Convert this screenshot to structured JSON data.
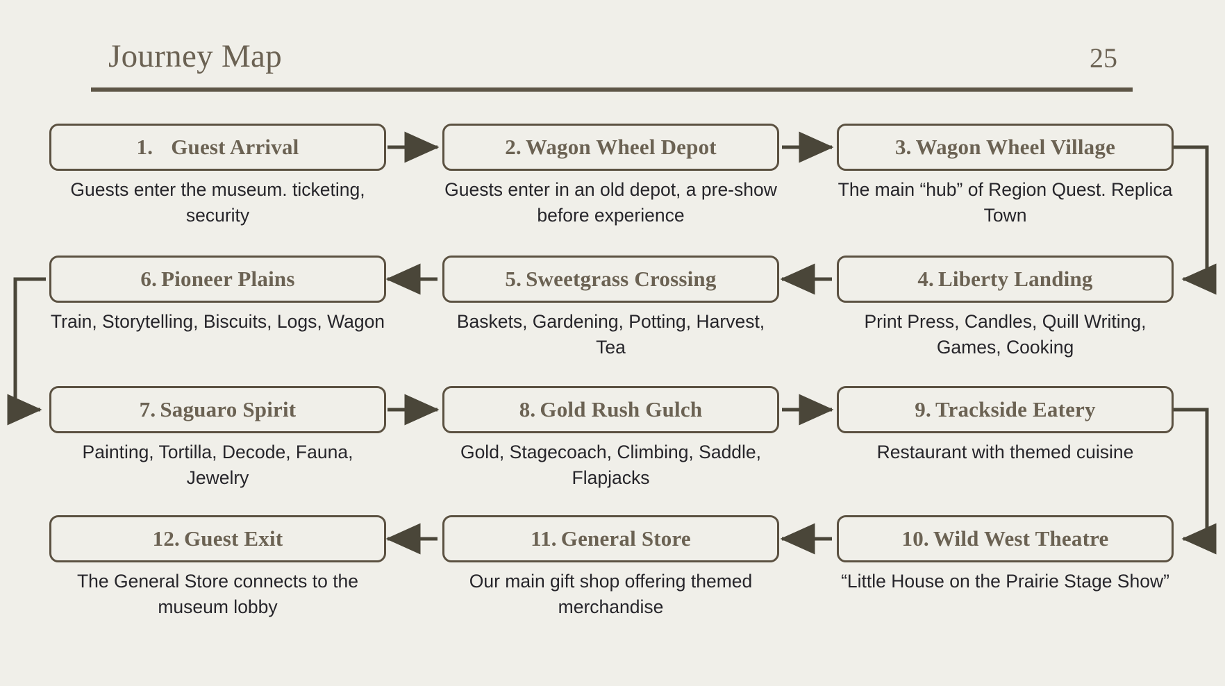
{
  "header": {
    "title": "Journey Map",
    "page_number": "25"
  },
  "colors": {
    "background": "#f0efe9",
    "border": "#5b5141",
    "title_text": "#6b6253",
    "caption_text": "#26252a",
    "connector": "#4a4639",
    "rule": "#5d5546"
  },
  "nodes": [
    {
      "number": "1.",
      "name": "Guest Arrival",
      "caption": "Guests enter the museum. ticketing, security"
    },
    {
      "number": "2.",
      "name": "Wagon Wheel Depot",
      "caption": "Guests enter in an old depot, a pre-show before experience"
    },
    {
      "number": "3.",
      "name": "Wagon Wheel Village",
      "caption": "The main “hub” of Region Quest. Replica Town"
    },
    {
      "number": "4.",
      "name": "Liberty Landing",
      "caption": "Print Press, Candles, Quill Writing, Games, Cooking"
    },
    {
      "number": "5.",
      "name": "Sweetgrass Crossing",
      "caption": "Baskets, Gardening, Potting, Harvest, Tea"
    },
    {
      "number": "6.",
      "name": "Pioneer Plains",
      "caption": "Train, Storytelling, Biscuits, Logs, Wagon"
    },
    {
      "number": "7.",
      "name": "Saguaro Spirit",
      "caption": "Painting, Tortilla, Decode, Fauna, Jewelry"
    },
    {
      "number": "8.",
      "name": "Gold Rush Gulch",
      "caption": "Gold, Stagecoach, Climbing, Saddle, Flapjacks"
    },
    {
      "number": "9.",
      "name": "Trackside Eatery",
      "caption": "Restaurant with themed cuisine"
    },
    {
      "number": "10.",
      "name": "Wild West Theatre",
      "caption": "“Little House on the Prairie Stage Show”"
    },
    {
      "number": "11.",
      "name": "General Store",
      "caption": "Our main gift shop offering themed merchandise"
    },
    {
      "number": "12.",
      "name": "Guest Exit",
      "caption": "The General Store connects to the museum lobby"
    }
  ],
  "flow": {
    "sequence": [
      "1",
      "2",
      "3",
      "4",
      "5",
      "6",
      "7",
      "8",
      "9",
      "10",
      "11",
      "12"
    ],
    "direction_row_1": "left-to-right",
    "direction_row_2": "right-to-left",
    "direction_row_3": "left-to-right",
    "direction_row_4": "right-to-left"
  }
}
